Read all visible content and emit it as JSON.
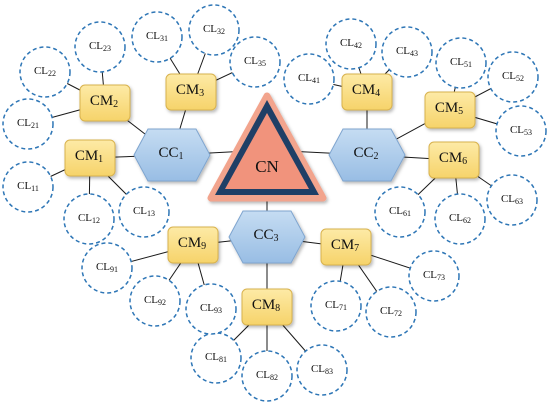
{
  "diagram": {
    "colors": {
      "cn_fill": "#f1937c",
      "cn_outer": "#1f3f66",
      "cc_fill": "#aecbea",
      "cc_stroke": "#7fa5cf",
      "cm_fill": "#fbe08a",
      "cm_stroke": "#d8b24e",
      "cl_stroke": "#2e76b6",
      "link": "#1a1a1a"
    },
    "cn": {
      "id": "cn",
      "label": "CN"
    },
    "cc": [
      {
        "id": "cc1",
        "base": "CC",
        "sub": "1"
      },
      {
        "id": "cc2",
        "base": "CC",
        "sub": "2"
      },
      {
        "id": "cc3",
        "base": "CC",
        "sub": "3"
      }
    ],
    "cm": [
      {
        "id": "cm1",
        "base": "CM",
        "sub": "1"
      },
      {
        "id": "cm2",
        "base": "CM",
        "sub": "2"
      },
      {
        "id": "cm3",
        "base": "CM",
        "sub": "3"
      },
      {
        "id": "cm4",
        "base": "CM",
        "sub": "4"
      },
      {
        "id": "cm5",
        "base": "CM",
        "sub": "5"
      },
      {
        "id": "cm6",
        "base": "CM",
        "sub": "6"
      },
      {
        "id": "cm7",
        "base": "CM",
        "sub": "7"
      },
      {
        "id": "cm8",
        "base": "CM",
        "sub": "8"
      },
      {
        "id": "cm9",
        "base": "CM",
        "sub": "9"
      }
    ],
    "cl": [
      {
        "id": "cl11",
        "base": "CL",
        "sub": "11"
      },
      {
        "id": "cl12",
        "base": "CL",
        "sub": "12"
      },
      {
        "id": "cl13",
        "base": "CL",
        "sub": "13"
      },
      {
        "id": "cl21",
        "base": "CL",
        "sub": "21"
      },
      {
        "id": "cl22",
        "base": "CL",
        "sub": "22"
      },
      {
        "id": "cl23",
        "base": "CL",
        "sub": "23"
      },
      {
        "id": "cl31",
        "base": "CL",
        "sub": "31"
      },
      {
        "id": "cl32",
        "base": "CL",
        "sub": "32"
      },
      {
        "id": "cl35",
        "base": "CL",
        "sub": "35"
      },
      {
        "id": "cl41",
        "base": "CL",
        "sub": "41"
      },
      {
        "id": "cl42",
        "base": "CL",
        "sub": "42"
      },
      {
        "id": "cl43",
        "base": "CL",
        "sub": "43"
      },
      {
        "id": "cl51",
        "base": "CL",
        "sub": "51"
      },
      {
        "id": "cl52",
        "base": "CL",
        "sub": "52"
      },
      {
        "id": "cl53",
        "base": "CL",
        "sub": "53"
      },
      {
        "id": "cl61",
        "base": "CL",
        "sub": "61"
      },
      {
        "id": "cl62",
        "base": "CL",
        "sub": "62"
      },
      {
        "id": "cl63",
        "base": "CL",
        "sub": "63"
      },
      {
        "id": "cl71",
        "base": "CL",
        "sub": "71"
      },
      {
        "id": "cl72",
        "base": "CL",
        "sub": "72"
      },
      {
        "id": "cl73",
        "base": "CL",
        "sub": "73"
      },
      {
        "id": "cl81",
        "base": "CL",
        "sub": "81"
      },
      {
        "id": "cl82",
        "base": "CL",
        "sub": "82"
      },
      {
        "id": "cl83",
        "base": "CL",
        "sub": "83"
      },
      {
        "id": "cl91",
        "base": "CL",
        "sub": "91"
      },
      {
        "id": "cl92",
        "base": "CL",
        "sub": "92"
      },
      {
        "id": "cl93",
        "base": "CL",
        "sub": "93"
      }
    ],
    "links": [
      [
        "cn",
        "cc1"
      ],
      [
        "cn",
        "cc2"
      ],
      [
        "cn",
        "cc3"
      ],
      [
        "cc1",
        "cm1"
      ],
      [
        "cc1",
        "cm2"
      ],
      [
        "cc1",
        "cm3"
      ],
      [
        "cc2",
        "cm4"
      ],
      [
        "cc2",
        "cm5"
      ],
      [
        "cc2",
        "cm6"
      ],
      [
        "cc3",
        "cm7"
      ],
      [
        "cc3",
        "cm8"
      ],
      [
        "cc3",
        "cm9"
      ],
      [
        "cm1",
        "cl11"
      ],
      [
        "cm1",
        "cl12"
      ],
      [
        "cm1",
        "cl13"
      ],
      [
        "cm2",
        "cl21"
      ],
      [
        "cm2",
        "cl22"
      ],
      [
        "cm2",
        "cl23"
      ],
      [
        "cm3",
        "cl31"
      ],
      [
        "cm3",
        "cl32"
      ],
      [
        "cm3",
        "cl35"
      ],
      [
        "cm4",
        "cl41"
      ],
      [
        "cm4",
        "cl42"
      ],
      [
        "cm4",
        "cl43"
      ],
      [
        "cm5",
        "cl51"
      ],
      [
        "cm5",
        "cl52"
      ],
      [
        "cm5",
        "cl53"
      ],
      [
        "cm6",
        "cl61"
      ],
      [
        "cm6",
        "cl62"
      ],
      [
        "cm6",
        "cl63"
      ],
      [
        "cm7",
        "cl71"
      ],
      [
        "cm7",
        "cl72"
      ],
      [
        "cm7",
        "cl73"
      ],
      [
        "cm8",
        "cl81"
      ],
      [
        "cm8",
        "cl82"
      ],
      [
        "cm8",
        "cl83"
      ],
      [
        "cm9",
        "cl91"
      ],
      [
        "cm9",
        "cl92"
      ],
      [
        "cm9",
        "cl93"
      ]
    ]
  }
}
